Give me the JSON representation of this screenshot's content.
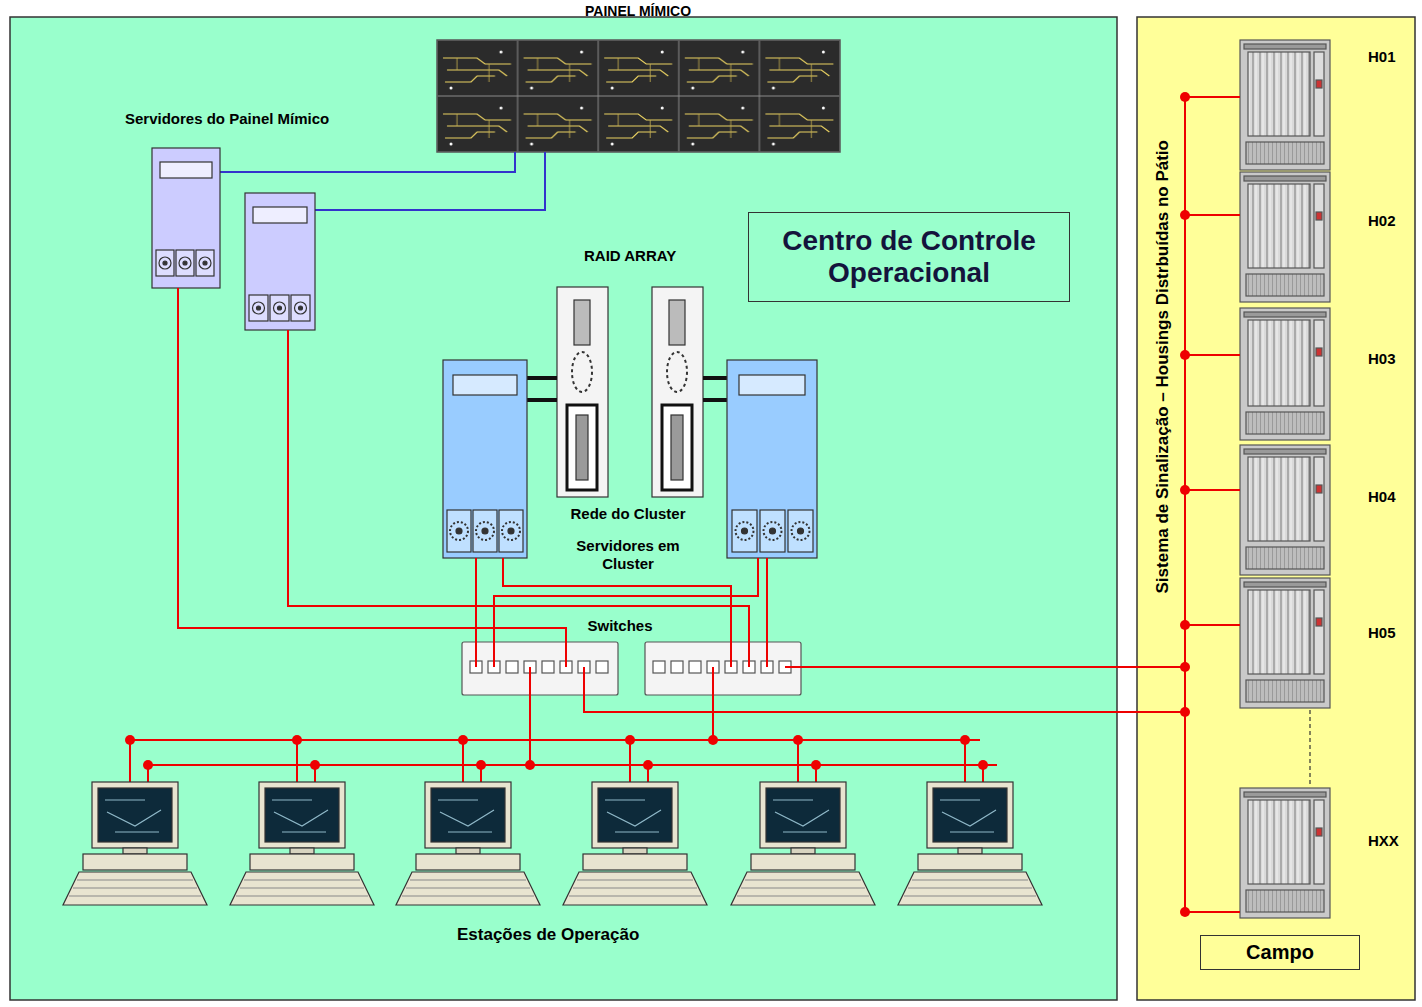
{
  "diagram": {
    "nodes": [
      {
        "text": [
          "Sistema de Sinalização – Housings Distrbuídas no Pátio"
        ]
      },
      {
        "text": [
          "H01"
        ],
        "in": 0
      },
      {
        "text": [
          "H02"
        ],
        "in": 0
      },
      {
        "text": [
          "H03"
        ],
        "in": 0
      },
      {
        "text": [
          "H04"
        ],
        "in": 0
      },
      {
        "text": [
          "H05"
        ],
        "in": 0
      },
      {
        "text": [
          "HXX"
        ],
        "in": 0
      },
      {
        "text": [
          "Campo"
        ],
        "in": 0
      },
      {
        "text": [
          "PAINEL MÍMICO"
        ]
      },
      {
        "text": [
          "Servidores do Painel Mímico"
        ]
      },
      {
        "text": [
          "Centro de Controle Operacional"
        ]
      },
      {
        "text": [
          "RAID ARRAY"
        ]
      },
      {
        "text": [
          "Rede do Cluster",
          "Servidores em Cluster"
        ]
      },
      {
        "text": [
          "Switches"
        ]
      },
      {
        "text": [
          "Estações de Operação"
        ]
      }
    ],
    "edges": [
      {
        "from": 9,
        "to": 8,
        "arrow": "none"
      },
      {
        "from": 9,
        "to": 13,
        "arrow": "none"
      },
      {
        "from": 12,
        "to": 13,
        "arrow": "none"
      },
      {
        "from": 14,
        "to": 13,
        "arrow": "none"
      },
      {
        "from": 1,
        "to": 13,
        "arrow": "none"
      },
      {
        "from": 2,
        "to": 13,
        "arrow": "none"
      },
      {
        "from": 3,
        "to": 13,
        "arrow": "none"
      },
      {
        "from": 4,
        "to": 13,
        "arrow": "none"
      },
      {
        "from": 5,
        "to": 13,
        "arrow": "none"
      },
      {
        "from": 6,
        "to": 13,
        "arrow": "none"
      }
    ]
  }
}
